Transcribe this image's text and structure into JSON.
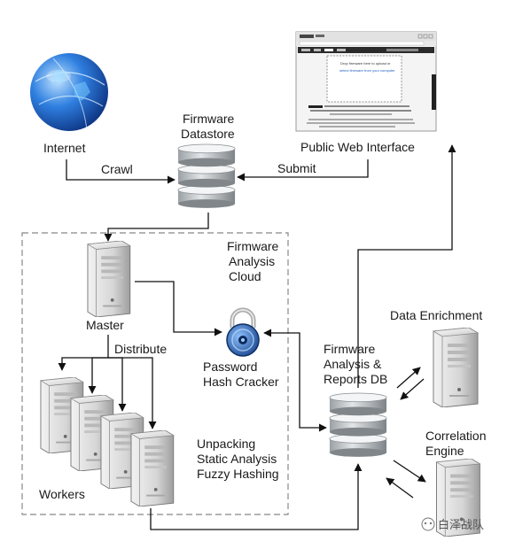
{
  "labels": {
    "internet": "Internet",
    "crawl": "Crawl",
    "firmware_datastore": [
      "Firmware",
      "Datastore"
    ],
    "submit": "Submit",
    "public_web_interface": "Public Web Interface",
    "cloud": [
      "Firmware",
      "Analysis",
      "Cloud"
    ],
    "master": "Master",
    "distribute": "Distribute",
    "password_cracker": [
      "Password",
      "Hash Cracker"
    ],
    "reports_db": [
      "Firmware",
      "Analysis &",
      "Reports DB"
    ],
    "data_enrichment": "Data Enrichment",
    "workers": "Workers",
    "unpacking": [
      "Unpacking",
      "Static Analysis",
      "Fuzzy Hashing"
    ],
    "correlation": [
      "Correlation",
      "Engine"
    ]
  },
  "browser": {
    "drop_text": "Drop firmware here to upload or",
    "select_link": "select firmware from your computer"
  },
  "watermark": "白泽战队",
  "colors": {
    "arrow": "#111111",
    "server_body": "#d9d9d9",
    "db_body": "#cfd2d4",
    "globe": "#1e63c9",
    "lock": "#2a6cb8"
  }
}
